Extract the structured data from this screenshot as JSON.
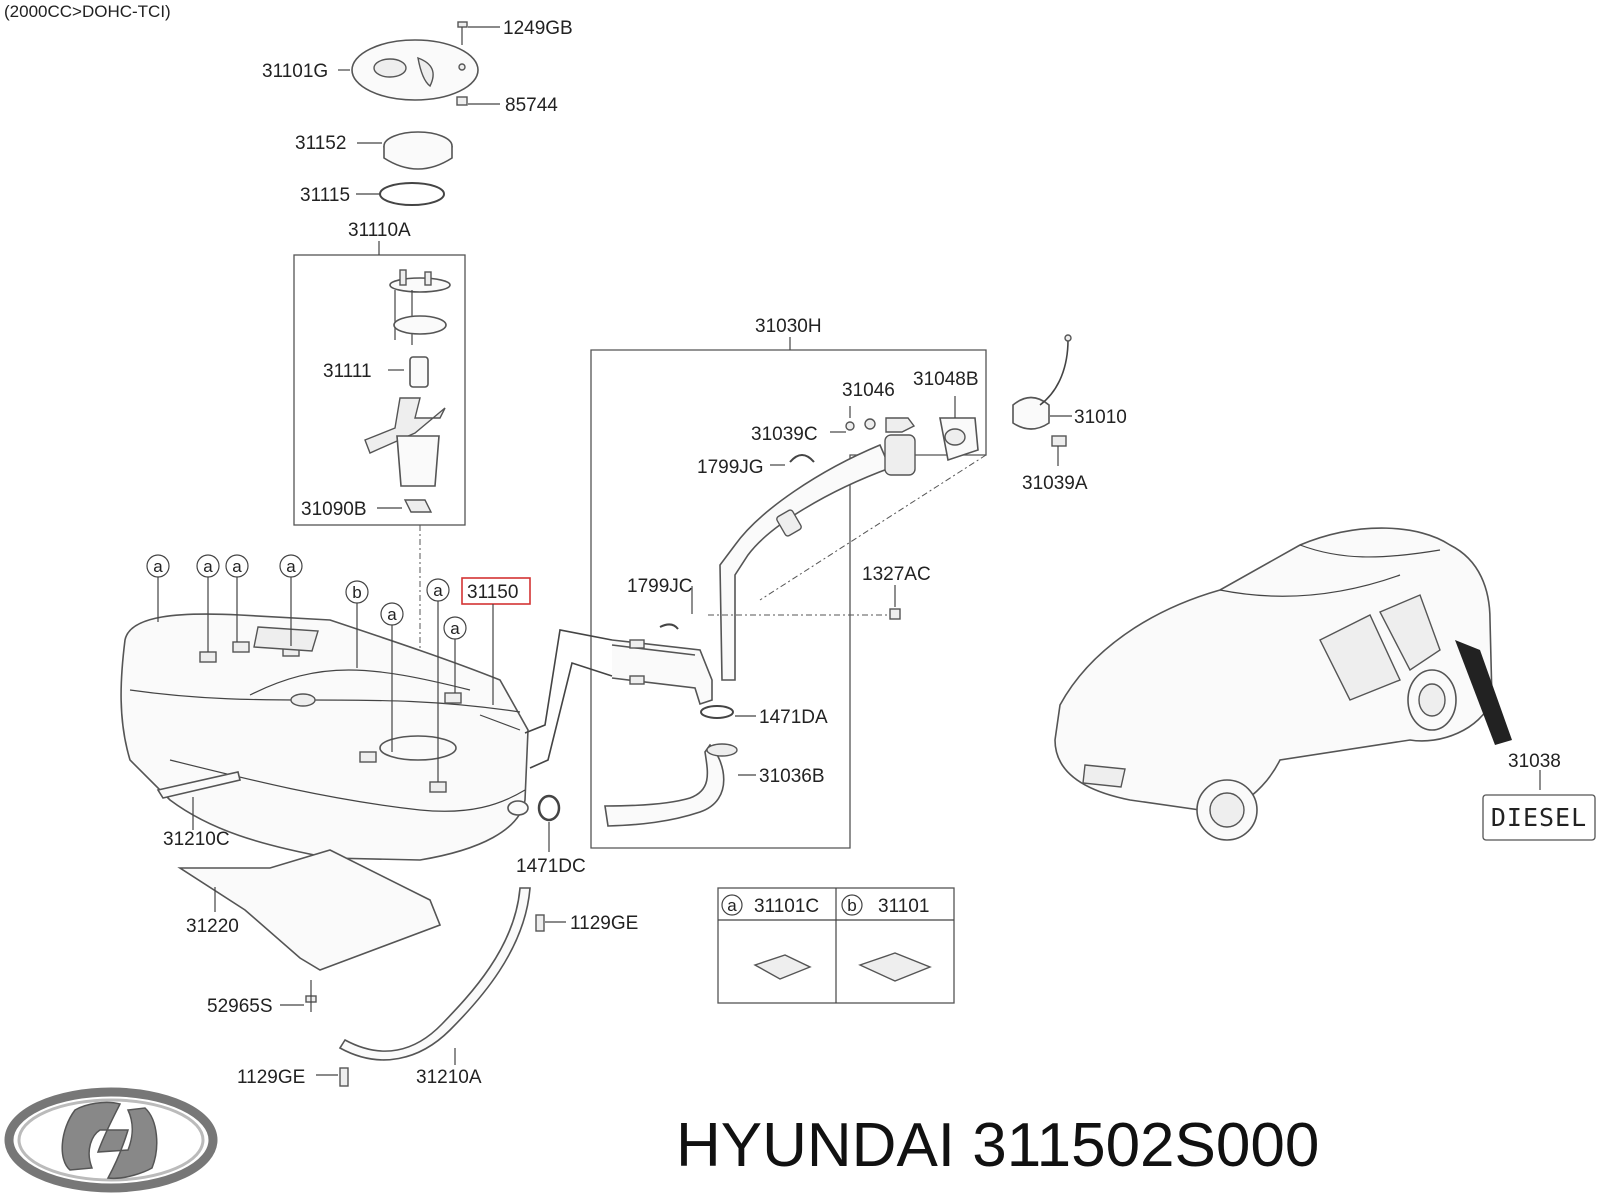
{
  "header": {
    "note": "(2000CC>DOHC-TCI)"
  },
  "labels": {
    "p1249GB": "1249GB",
    "p31101G": "31101G",
    "p85744": "85744",
    "p31152": "31152",
    "p31115": "31115",
    "p31110A": "31110A",
    "p31111": "31111",
    "p31090B": "31090B",
    "p31150": "31150",
    "p31030H": "31030H",
    "p31046": "31046",
    "p31048B": "31048B",
    "p31039C": "31039C",
    "p1799JG": "1799JG",
    "p31010": "31010",
    "p31039A": "31039A",
    "p1327AC": "1327AC",
    "p1799JC": "1799JC",
    "p1471DA": "1471DA",
    "p31036B": "31036B",
    "p1471DC": "1471DC",
    "p31210C": "31210C",
    "p31220": "31220",
    "p1129GE_a": "1129GE",
    "p52965S": "52965S",
    "p1129GE_b": "1129GE",
    "p31210A": "31210A",
    "p31038": "31038"
  },
  "callouts": {
    "a": "a",
    "b": "b"
  },
  "legend": {
    "a_key": "a",
    "a_part": "31101C",
    "b_key": "b",
    "b_part": "31101"
  },
  "decal": {
    "text": "DIESEL"
  },
  "footer": {
    "brand_part": "HYUNDAI 311502S000"
  },
  "colors": {
    "highlight": "#d33333",
    "line": "#444444"
  },
  "icons": {
    "logo": "hyundai-logo-icon"
  }
}
